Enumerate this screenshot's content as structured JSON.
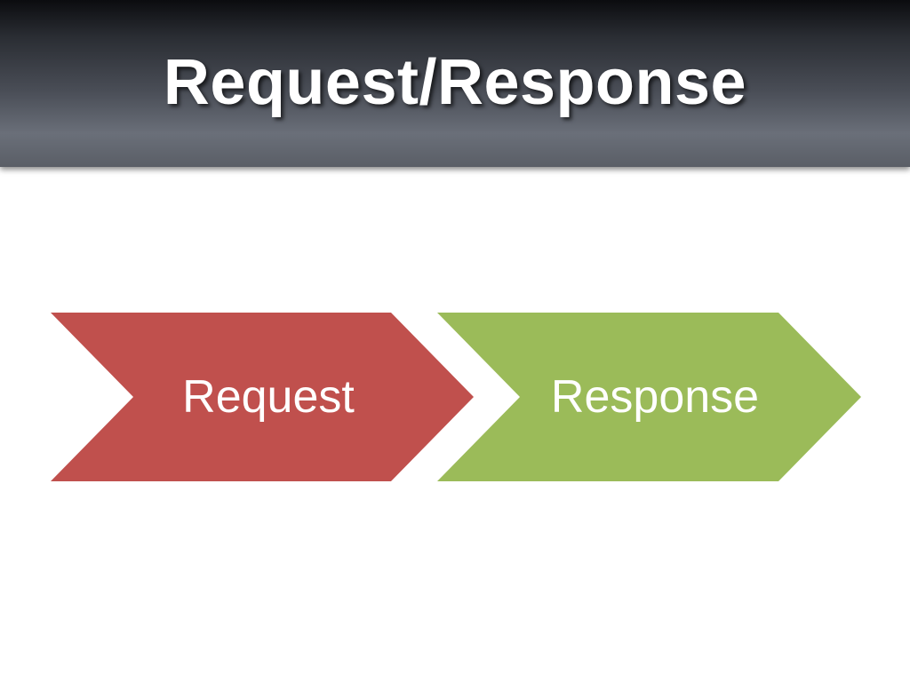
{
  "slide": {
    "title": "Request/Response"
  },
  "process": {
    "steps": [
      {
        "label": "Request",
        "color": "#c0504d"
      },
      {
        "label": "Response",
        "color": "#9bbb59"
      }
    ]
  }
}
